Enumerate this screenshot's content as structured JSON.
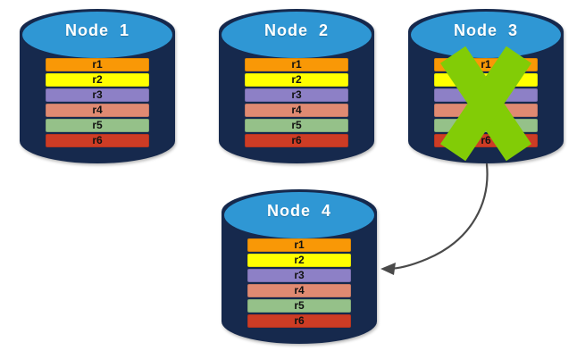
{
  "diagram": {
    "title_prefix": "Node",
    "background_color": "#ffffff",
    "cylinder_body_color": "#16294d",
    "cylinder_top_color": "#2f97d4",
    "x_mark_color": "#82cc06",
    "arrow_color": "#4a4a4a"
  },
  "nodes": [
    {
      "id": "node-1",
      "label": "Node  1",
      "failed": false,
      "rows": [
        {
          "label": "r1",
          "color": "#f99806"
        },
        {
          "label": "r2",
          "color": "#ffff00"
        },
        {
          "label": "r3",
          "color": "#8d80c6"
        },
        {
          "label": "r4",
          "color": "#e08a72"
        },
        {
          "label": "r5",
          "color": "#95c189"
        },
        {
          "label": "r6",
          "color": "#cd3c25"
        }
      ]
    },
    {
      "id": "node-2",
      "label": "Node  2",
      "failed": false,
      "rows": [
        {
          "label": "r1",
          "color": "#f99806"
        },
        {
          "label": "r2",
          "color": "#ffff00"
        },
        {
          "label": "r3",
          "color": "#8d80c6"
        },
        {
          "label": "r4",
          "color": "#e08a72"
        },
        {
          "label": "r5",
          "color": "#95c189"
        },
        {
          "label": "r6",
          "color": "#cd3c25"
        }
      ]
    },
    {
      "id": "node-3",
      "label": "Node  3",
      "failed": true,
      "rows": [
        {
          "label": "r1",
          "color": "#f99806"
        },
        {
          "label": "r2",
          "color": "#ffff00"
        },
        {
          "label": "r3",
          "color": "#8d80c6"
        },
        {
          "label": "r4",
          "color": "#e08a72"
        },
        {
          "label": "r5",
          "color": "#95c189"
        },
        {
          "label": "r6",
          "color": "#cd3c25"
        }
      ]
    },
    {
      "id": "node-4",
      "label": "Node  4",
      "failed": false,
      "rows": [
        {
          "label": "r1",
          "color": "#f99806"
        },
        {
          "label": "r2",
          "color": "#ffff00"
        },
        {
          "label": "r3",
          "color": "#8d80c6"
        },
        {
          "label": "r4",
          "color": "#e08a72"
        },
        {
          "label": "r5",
          "color": "#95c189"
        },
        {
          "label": "r6",
          "color": "#cd3c25"
        }
      ]
    }
  ],
  "connector": {
    "from": "node-3",
    "to": "node-4",
    "label": ""
  }
}
